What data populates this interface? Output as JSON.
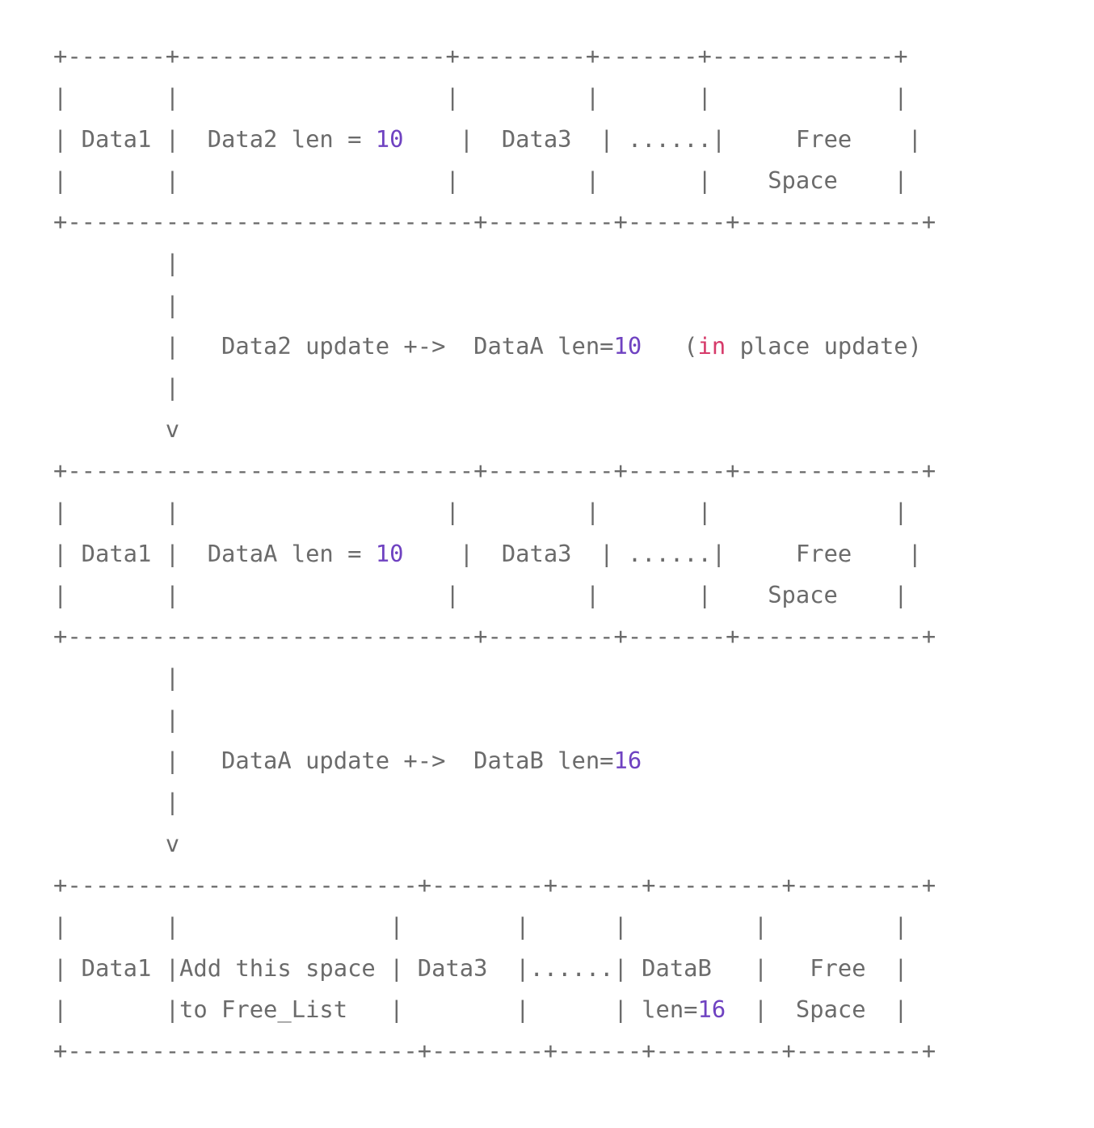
{
  "colors": {
    "text": "#6b6b6b",
    "number": "#6f42c1",
    "keyword": "#d63a6a",
    "background": "#ffffff"
  },
  "lines": [
    [
      {
        "t": "+-------+-------------------+---------+-------+-------------+"
      }
    ],
    [
      {
        "t": "|       |                   |         |       |             |"
      }
    ],
    [
      {
        "t": "| Data1 |  Data2 len = "
      },
      {
        "t": "10",
        "c": "num"
      },
      {
        "t": "    |  Data3  | ......|     Free    |"
      }
    ],
    [
      {
        "t": "|       |                   |         |       |    Space    |"
      }
    ],
    [
      {
        "t": "+-----------------------------+---------+-------+-------------+"
      }
    ],
    [
      {
        "t": "        |"
      }
    ],
    [
      {
        "t": "        |"
      }
    ],
    [
      {
        "t": "        |   Data2 update +->  DataA len="
      },
      {
        "t": "10",
        "c": "num"
      },
      {
        "t": "   ("
      },
      {
        "t": "in",
        "c": "kw"
      },
      {
        "t": " place update)"
      }
    ],
    [
      {
        "t": "        |"
      }
    ],
    [
      {
        "t": "        v"
      }
    ],
    [
      {
        "t": "+-----------------------------+---------+-------+-------------+"
      }
    ],
    [
      {
        "t": "|       |                   |         |       |             |"
      }
    ],
    [
      {
        "t": "| Data1 |  DataA len = "
      },
      {
        "t": "10",
        "c": "num"
      },
      {
        "t": "    |  Data3  | ......|     Free    |"
      }
    ],
    [
      {
        "t": "|       |                   |         |       |    Space    |"
      }
    ],
    [
      {
        "t": "+-----------------------------+---------+-------+-------------+"
      }
    ],
    [
      {
        "t": "        |"
      }
    ],
    [
      {
        "t": "        |"
      }
    ],
    [
      {
        "t": "        |   DataA update +->  DataB len="
      },
      {
        "t": "16",
        "c": "num"
      }
    ],
    [
      {
        "t": "        |"
      }
    ],
    [
      {
        "t": "        v"
      }
    ],
    [
      {
        "t": "+-------------------------+--------+------+---------+---------+"
      }
    ],
    [
      {
        "t": "|       |               |        |      |         |         |"
      }
    ],
    [
      {
        "t": "| Data1 |Add this space | Data3  |......| DataB   |   Free  |"
      }
    ],
    [
      {
        "t": "|       |to Free_List   |        |      | len="
      },
      {
        "t": "16",
        "c": "num"
      },
      {
        "t": "  |  Space  |"
      }
    ],
    [
      {
        "t": "+-------------------------+--------+------+---------+---------+"
      }
    ]
  ]
}
